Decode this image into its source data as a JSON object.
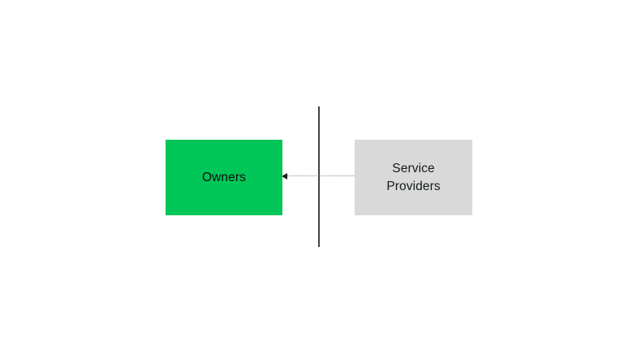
{
  "diagram": {
    "nodes": [
      {
        "id": "owners",
        "label": "Owners",
        "fill": "#00C757",
        "text_color": "#0d0d0d"
      },
      {
        "id": "service-providers",
        "label": "Service Providers",
        "fill": "#D9D9D9",
        "text_color": "#141d18"
      }
    ],
    "divider": {
      "color": "#3f4440"
    },
    "connector": {
      "from": "service-providers",
      "to": "owners",
      "style": "dotted",
      "line_color": "#8f8f8f",
      "arrow_color": "#1f1f1f"
    }
  }
}
